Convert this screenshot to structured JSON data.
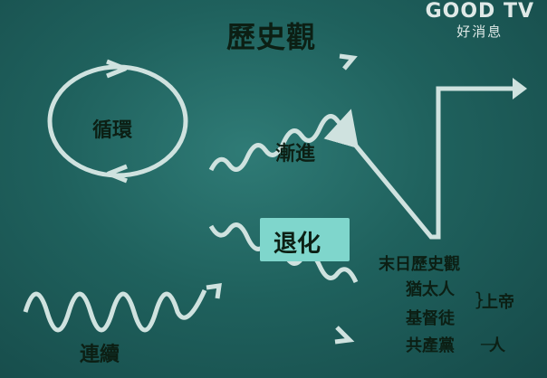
{
  "title": "歷史觀",
  "labels": {
    "cycle": "循環",
    "progress": "漸進",
    "decline": "退化",
    "continuity": "連續",
    "apocalyptic": "末日歷史觀",
    "jews": "猶太人",
    "christians": "基督徒",
    "communists": "共產黨",
    "god": "上帝",
    "person": "人"
  },
  "logo": {
    "name": "GOOD TV",
    "subtitle": "好消息"
  },
  "colors": {
    "background": "#1f615d",
    "stroke": "#cfe2df",
    "text": "#0c1f14",
    "highlight": "#7fd6cc"
  },
  "icons": [
    "cycle-loop-icon",
    "wave-arrow-icon",
    "corner-arrow-icon"
  ]
}
